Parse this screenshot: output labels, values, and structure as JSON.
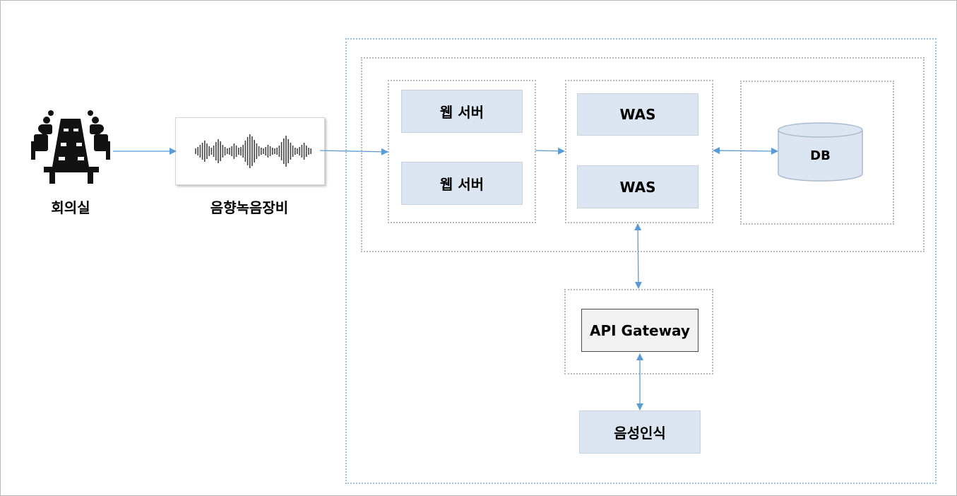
{
  "diagram": {
    "nodes": {
      "meeting_room": "회의실",
      "recorder": "음향녹음장비",
      "web_server_1": "웹 서버",
      "web_server_2": "웹 서버",
      "was_1": "WAS",
      "was_2": "WAS",
      "db": "DB",
      "api_gateway": "API Gateway",
      "speech_recognition": "음성인식"
    },
    "edges": [
      {
        "from": "meeting_room",
        "to": "recorder",
        "direction": "one-way"
      },
      {
        "from": "recorder",
        "to": "web_server_group",
        "direction": "one-way"
      },
      {
        "from": "web_server_group",
        "to": "was_group",
        "direction": "one-way"
      },
      {
        "from": "was_group",
        "to": "db",
        "direction": "two-way"
      },
      {
        "from": "was_group",
        "to": "api_gateway",
        "direction": "two-way"
      },
      {
        "from": "api_gateway",
        "to": "speech_recognition",
        "direction": "two-way"
      }
    ],
    "colors": {
      "node_fill": "#dce6f2",
      "arrow": "#5b9bd5",
      "cloud_border": "#9cc3dd",
      "group_border": "#b8b8b8"
    },
    "icons": [
      "meeting-room-icon",
      "sound-wave-icon",
      "database-cylinder-icon"
    ]
  }
}
